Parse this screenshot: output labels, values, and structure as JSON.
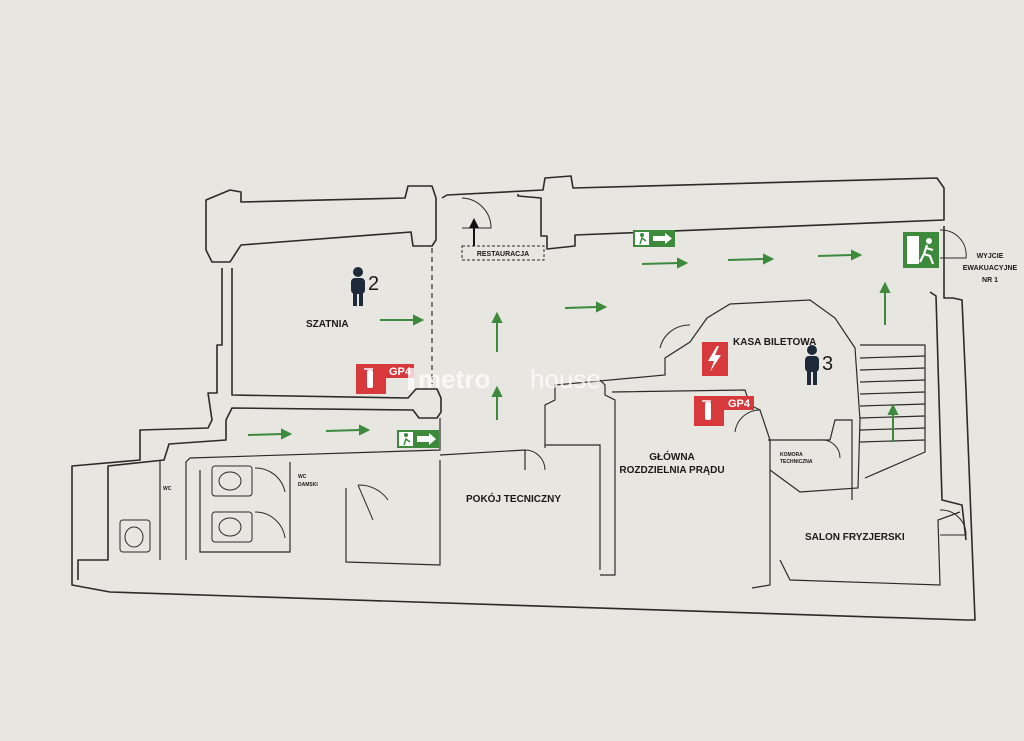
{
  "rooms": {
    "szatnia": "SZATNIA",
    "restauracja": "RESTAURACJA",
    "kasa": "KASA BILETOWA",
    "wc_left": "WC",
    "wc_mid": "WC",
    "wc_mid_sub": "DAMSKI",
    "pokoj": "POKÓJ TECNICZNY",
    "glowna_1": "GŁÓWNA",
    "glowna_2": "ROZDZIELNIA PRĄDU",
    "komora_1": "KOMORA",
    "komora_2": "TECHNICZNA",
    "salon": "SALON FRYZJERSKI"
  },
  "exit": {
    "line1": "WYJCIE",
    "line2": "EWAKUACYJNE",
    "line3": "NR 1"
  },
  "markers": {
    "person_2": "2",
    "person_3": "3"
  },
  "signs": {
    "gpa_1": "GP4",
    "gpa_2": "GP4"
  },
  "watermark": {
    "left": "metro",
    "right": "house"
  },
  "colors": {
    "background": "#e7e6e1",
    "wall": "#2b2b2b",
    "evac_green": "#3d8a3d",
    "fire_red": "#d8393c"
  },
  "icons": [
    "person-icon",
    "exit-sign-icon",
    "fire-extinguisher-icon",
    "electric-hazard-icon",
    "arrow-icon",
    "toilet-icon"
  ]
}
